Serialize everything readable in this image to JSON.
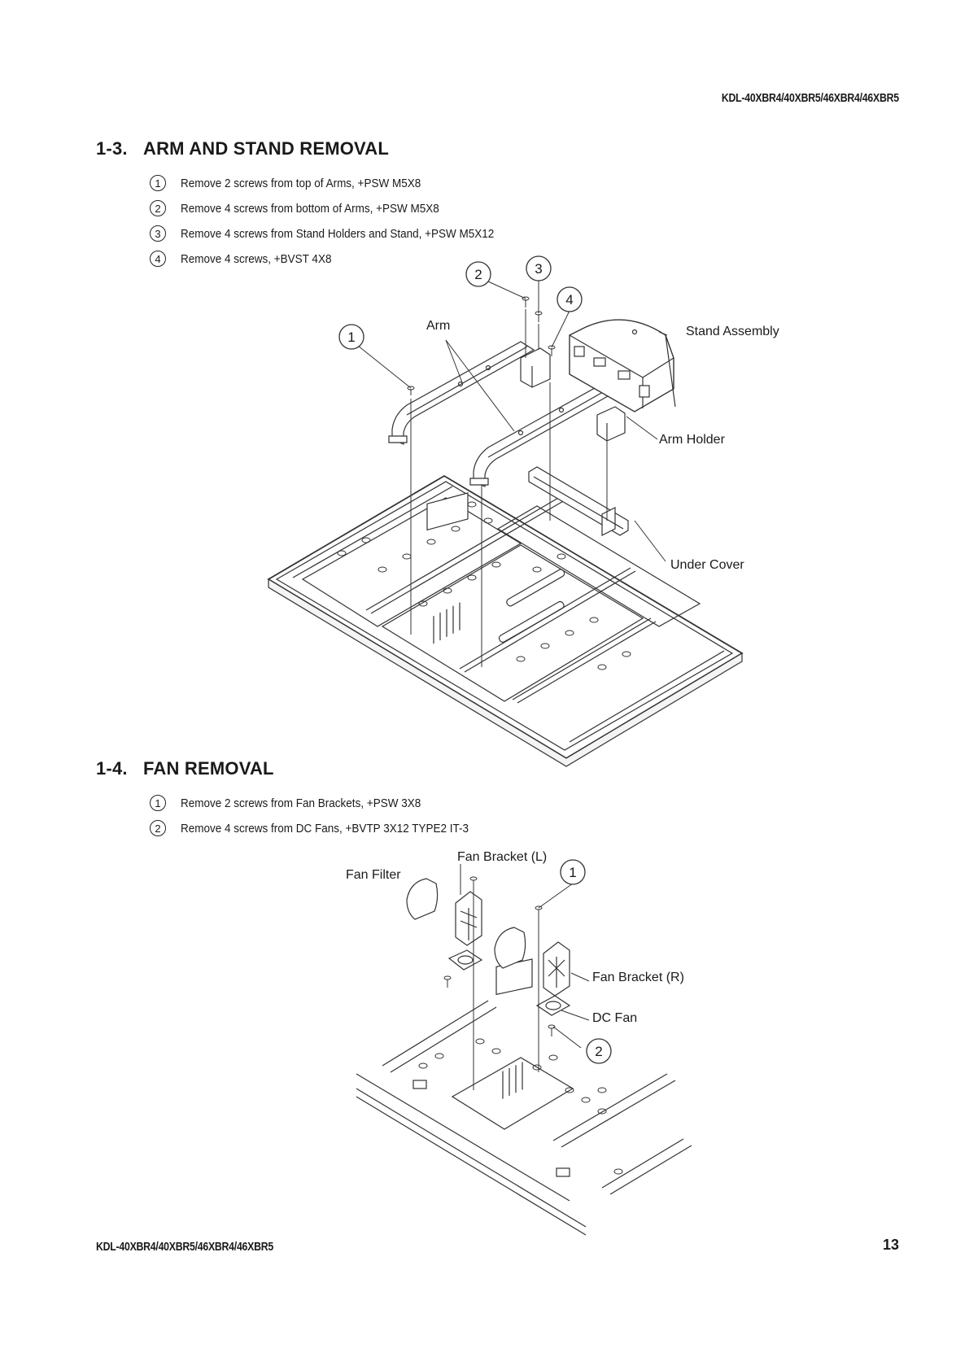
{
  "header": {
    "model": "KDL-40XBR4/40XBR5/46XBR4/46XBR5"
  },
  "section1": {
    "number": "1-3.",
    "title": "ARM AND STAND REMOVAL",
    "steps": [
      {
        "n": "1",
        "text": "Remove 2 screws from top of Arms, +PSW M5X8"
      },
      {
        "n": "2",
        "text": "Remove 4 screws from bottom of Arms, +PSW M5X8"
      },
      {
        "n": "3",
        "text": "Remove 4 screws from Stand Holders and Stand, +PSW M5X12"
      },
      {
        "n": "4",
        "text": "Remove 4 screws, +BVST 4X8"
      }
    ],
    "diagram": {
      "callouts": [
        "1",
        "2",
        "3",
        "4"
      ],
      "labels": {
        "arm": "Arm",
        "stand_assembly": "Stand Assembly",
        "arm_holder": "Arm Holder",
        "under_cover": "Under Cover"
      }
    }
  },
  "section2": {
    "number": "1-4.",
    "title": "FAN REMOVAL",
    "steps": [
      {
        "n": "1",
        "text": "Remove 2 screws from Fan Brackets, +PSW 3X8"
      },
      {
        "n": "2",
        "text": "Remove 4 screws from DC Fans, +BVTP 3X12 TYPE2 IT-3"
      }
    ],
    "diagram": {
      "callouts": [
        "1",
        "2"
      ],
      "labels": {
        "fan_filter": "Fan Filter",
        "fan_bracket_l": "Fan Bracket (L)",
        "fan_bracket_r": "Fan Bracket (R)",
        "dc_fan": "DC Fan"
      }
    }
  },
  "footer": {
    "model": "KDL-40XBR4/40XBR5/46XBR4/46XBR5",
    "page": "13"
  }
}
